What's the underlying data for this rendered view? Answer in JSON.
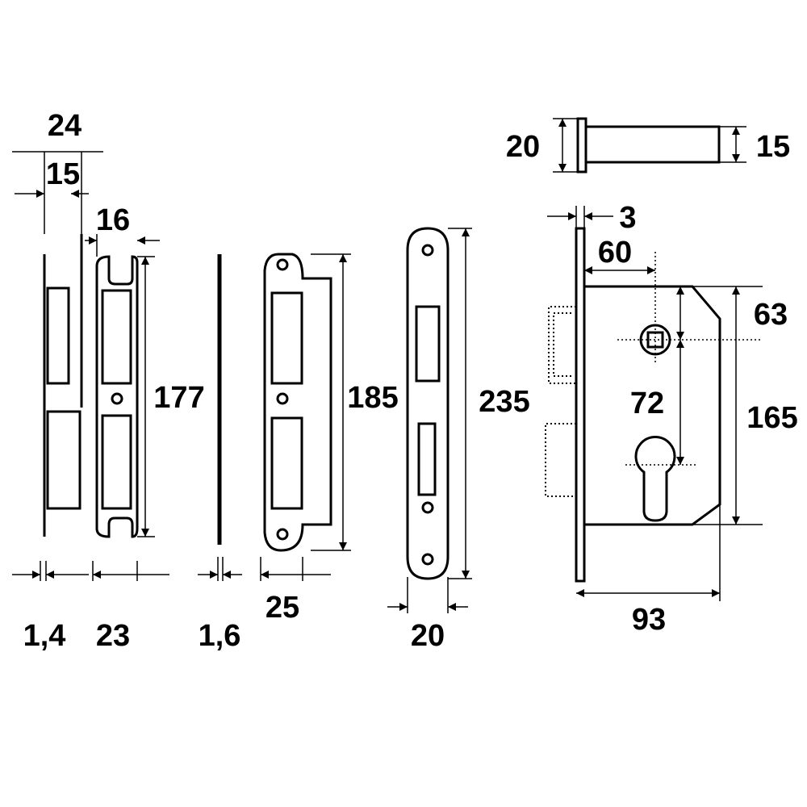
{
  "labels": {
    "strike_width": "24",
    "strike_inner": "15",
    "plate_width": "16",
    "plate_height": "177",
    "strike_thickness": "1,4",
    "strike_depth": "23",
    "plate2_thickness": "1,6",
    "plate2_depth": "25",
    "plate2_height": "185",
    "faceplate_height": "235",
    "faceplate_width": "20",
    "bolt_height": "20",
    "bolt_thickness": "15",
    "face_thickness": "3",
    "backset": "60",
    "top_offset": "63",
    "center_distance": "72",
    "case_height": "165",
    "case_depth": "93"
  }
}
